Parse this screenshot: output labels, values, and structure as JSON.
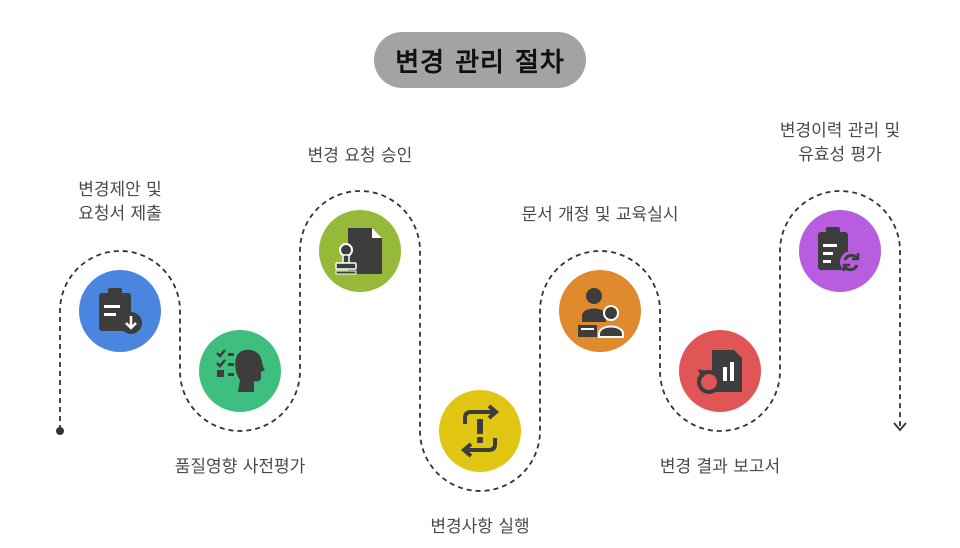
{
  "title": "변경 관리 절차",
  "steps": [
    {
      "label_lines": [
        "변경제안 및",
        "요청서 제출"
      ],
      "icon": "clipboard-download-icon",
      "color": "#4a86e0"
    },
    {
      "label_lines": [
        "품질영향 사전평가"
      ],
      "icon": "checklist-head-icon",
      "color": "#3fbf7f"
    },
    {
      "label_lines": [
        "변경 요청 승인"
      ],
      "icon": "stamp-document-icon",
      "color": "#96b93a"
    },
    {
      "label_lines": [
        "변경사항 실행"
      ],
      "icon": "alert-refresh-icon",
      "color": "#e0c513"
    },
    {
      "label_lines": [
        "문서 개정 및 교육실시"
      ],
      "icon": "people-training-icon",
      "color": "#e08a2e"
    },
    {
      "label_lines": [
        "변경 결과 보고서"
      ],
      "icon": "report-chart-icon",
      "color": "#e05555"
    },
    {
      "label_lines": [
        "변경이력 관리 및",
        "유효성 평가"
      ],
      "icon": "clipboard-refresh-icon",
      "color": "#b85ce0"
    }
  ],
  "connector_color": "#333333",
  "icon_color": "#3d3d3d"
}
